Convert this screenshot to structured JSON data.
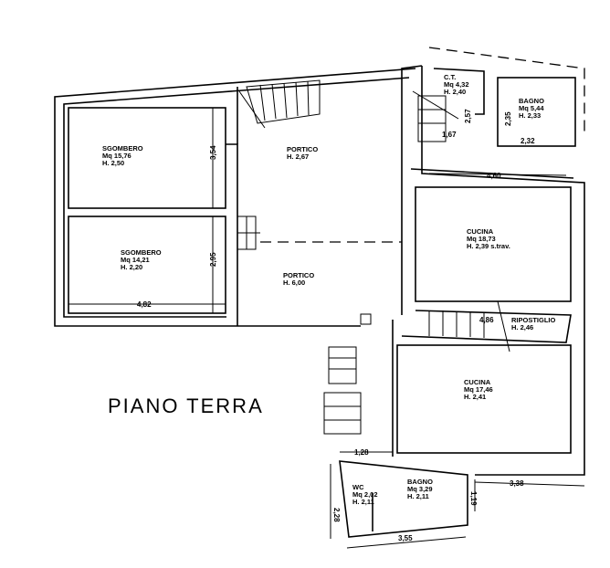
{
  "title": "PIANO TERRA",
  "rooms": {
    "sgombero1": {
      "name": "SGOMBERO",
      "mq": "Mq 15,76",
      "h": "H. 2,50"
    },
    "sgombero2": {
      "name": "SGOMBERO",
      "mq": "Mq 14,21",
      "h": "H. 2,20"
    },
    "portico1": {
      "name": "PORTICO",
      "h": "H. 2,67"
    },
    "portico2": {
      "name": "PORTICO",
      "h": "H. 6,00"
    },
    "ct": {
      "name": "C.T.",
      "mq": "Mq 4,32",
      "h": "H. 2,40"
    },
    "bagno1": {
      "name": "BAGNO",
      "mq": "Mq 5,44",
      "h": "H. 2,33"
    },
    "cucina1": {
      "name": "CUCINA",
      "mq": "Mq 18,73",
      "h": "H. 2,39 s.trav."
    },
    "ripostiglio": {
      "name": "RIPOSTIGLIO",
      "h": "H. 2,46"
    },
    "cucina2": {
      "name": "CUCINA",
      "mq": "Mq 17,46",
      "h": "H. 2,41"
    },
    "wc": {
      "name": "WC",
      "mq": "Mq 2,02",
      "h": "H. 2,11"
    },
    "bagno2": {
      "name": "BAGNO",
      "mq": "Mq 3,29",
      "h": "H. 2,11"
    }
  },
  "dimensions": {
    "d354": "3,54",
    "d295": "2,95",
    "d482": "4,82",
    "d257": "2,57",
    "d235": "2,35",
    "d167": "1,67",
    "d232": "2,32",
    "d460": "4,60",
    "d486": "4,86",
    "d128": "1,28",
    "d228": "2,28",
    "d355": "3,55",
    "d119": "1,19",
    "d338": "3,38"
  }
}
